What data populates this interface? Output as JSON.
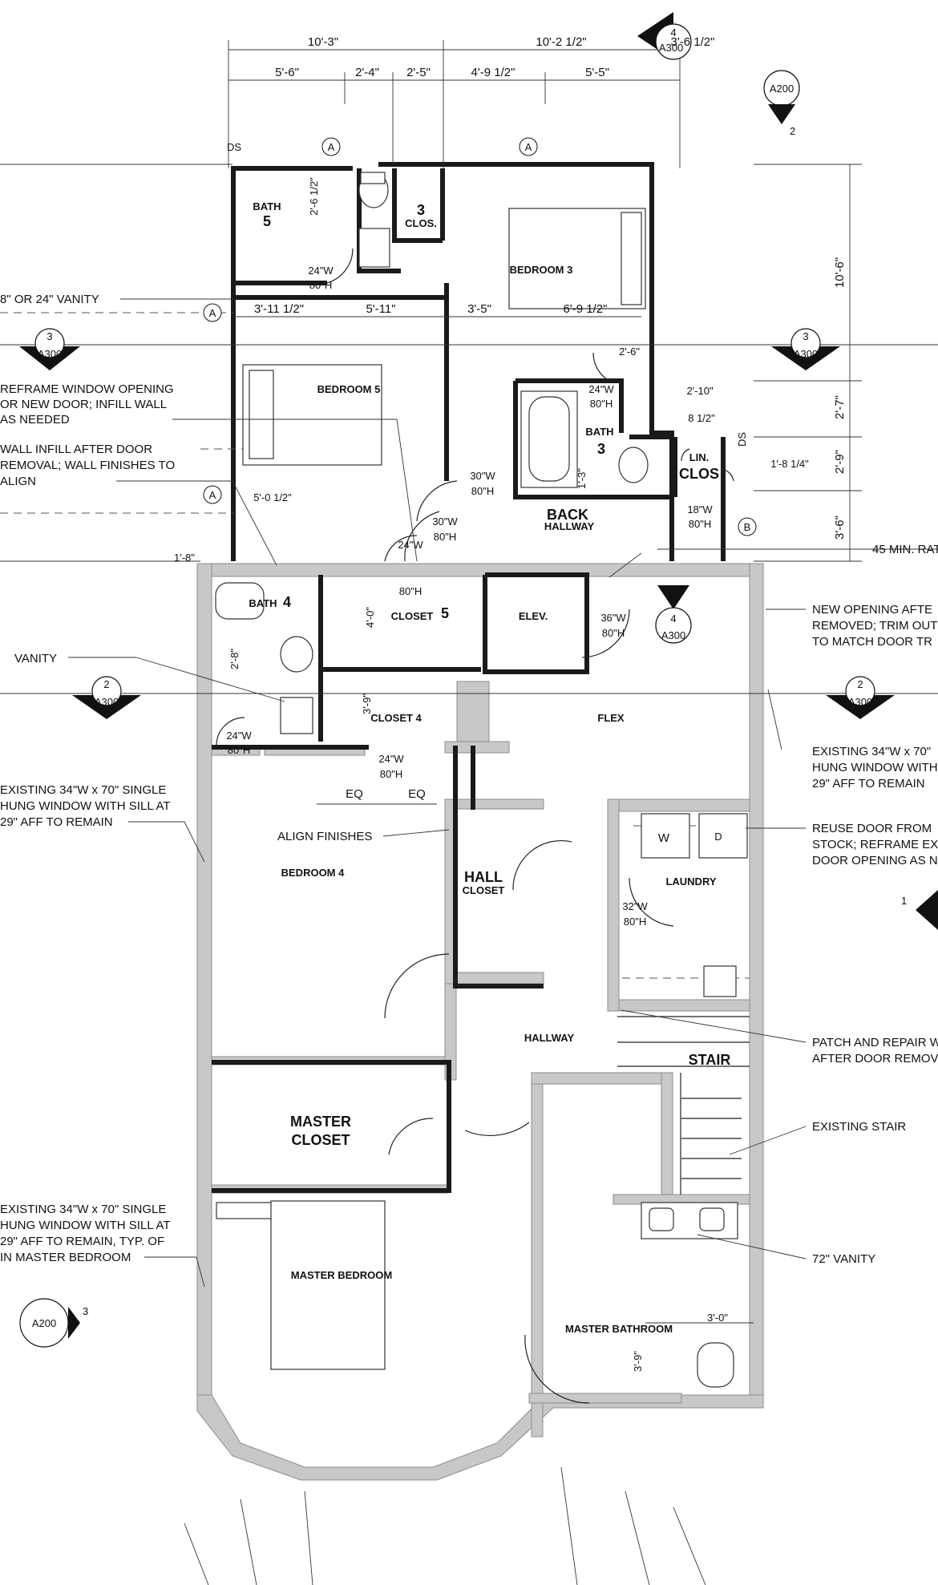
{
  "dimensions": {
    "top_overall_left": "10'-3\"",
    "top_overall_right": "10'-2 1/2\"",
    "top_right_extra": "3'-6 1/2\"",
    "top_seg_1": "5'-6\"",
    "top_seg_2": "2'-4\"",
    "top_seg_3": "2'-5\"",
    "top_seg_4": "4'-9 1/2\"",
    "top_seg_5": "5'-5\"",
    "right_1": "10'-6\"",
    "right_2": "2'-7\"",
    "right_3": "2'-9\"",
    "right_4": "3'-6\"",
    "bath5_v": "2'-6 1/2\"",
    "mid_1": "3'-11 1/2\"",
    "mid_2": "5'-11\"",
    "mid_3": "3'-5\"",
    "mid_4": "6'-9 1/2\"",
    "d_2_6": "2'-6\"",
    "d_2_10": "2'-10\"",
    "d_8_half": "8 1/2\"",
    "d_1_8_quarter": "1'-8 1/4\"",
    "d_1_3": "1'-3\"",
    "d_5_0_half": "5'-0 1/2\"",
    "d_1_8": "1'-8\"",
    "d_4_0": "4'-0\"",
    "d_2_8": "2'-8\"",
    "d_3_9a": "3'-9\"",
    "d_eq1": "EQ",
    "d_eq2": "EQ",
    "d_3_0": "3'-0\"",
    "d_3_9b": "3'-9\"",
    "min_rating": "45 MIN. RAT"
  },
  "doors": {
    "bath5_w": "24\"W",
    "bath5_h": "80\"H",
    "bath3_w": "24\"W",
    "bath3_h": "80\"H",
    "hall30_w": "30\"W",
    "hall30_h": "80\"H",
    "bed5_w": "30\"W",
    "bed5_h": "80\"H",
    "clos5_w": "24\"W",
    "clos5_h": "80\"H",
    "lin_w": "18\"W",
    "lin_h": "80\"H",
    "elev_w": "36\"W",
    "elev_h": "80\"H",
    "bath4_w": "24\"W",
    "bath4_h": "80\"H",
    "clos4_w": "24\"W",
    "clos4_h": "80\"H",
    "laundry_w": "32\"W",
    "laundry_h": "80\"H"
  },
  "rooms": {
    "bath5": "BATH",
    "bath5_num": "5",
    "clos3_num": "3",
    "clos3": "CLOS.",
    "bedroom3": "BEDROOM 3",
    "bedroom5": "BEDROOM 5",
    "bath3": "BATH",
    "bath3_num": "3",
    "lin": "LIN.",
    "clos": "CLOS",
    "back": "BACK",
    "hallway_small": "HALLWAY",
    "bath4": "BATH",
    "bath4_num": "4",
    "closet5": "CLOSET",
    "closet5_num": "5",
    "elev": "ELEV.",
    "closet4": "CLOSET 4",
    "flex": "FLEX",
    "bedroom4": "BEDROOM 4",
    "hall": "HALL",
    "hall_closet": "CLOSET",
    "laundry": "LAUNDRY",
    "washer": "W",
    "dryer": "D",
    "hallway": "HALLWAY",
    "stair": "STAIR",
    "master_closet_1": "MASTER",
    "master_closet_2": "CLOSET",
    "master_bedroom": "MASTER BEDROOM",
    "master_bath": "MASTER BATHROOM"
  },
  "markers": {
    "grid_a": "A",
    "grid_b": "B",
    "ds": "DS",
    "sec_a300": "A300",
    "sec_a200": "A200",
    "n1": "1",
    "n2": "2",
    "n3": "3",
    "n4": "4"
  },
  "notes": {
    "vanity_opt": "8\" OR 24\" VANITY",
    "reframe_1": "REFRAME WINDOW OPENING",
    "reframe_2": "OR NEW DOOR; INFILL WALL",
    "reframe_3": "AS NEEDED",
    "wallinfill_1": "WALL INFILL AFTER DOOR",
    "wallinfill_2": "REMOVAL; WALL FINISHES TO",
    "wallinfill_3": "ALIGN",
    "vanity": "VANITY",
    "exist_win_a1": "EXISTING 34\"W x 70\" SINGLE",
    "exist_win_a2": "HUNG WINDOW WITH SILL AT",
    "exist_win_a3": "29\" AFF TO REMAIN",
    "align_finishes": "ALIGN FINISHES",
    "exist_win_b1": "EXISTING 34\"W x 70\" SINGLE",
    "exist_win_b2": "HUNG WINDOW WITH SILL AT",
    "exist_win_b3": "29\" AFF TO REMAIN, TYP. OF",
    "exist_win_b4": "IN MASTER BEDROOM",
    "new_opening_1": "NEW OPENING AFTE",
    "new_opening_2": "REMOVED; TRIM OUT",
    "new_opening_3": "TO MATCH DOOR TR",
    "exist_win_r1": "EXISTING 34\"W x 70\"",
    "exist_win_r2": "HUNG WINDOW WITH",
    "exist_win_r3": "29\" AFF TO REMAIN",
    "reuse_1": "REUSE DOOR FROM",
    "reuse_2": "STOCK; REFRAME EX",
    "reuse_3": "DOOR OPENING AS N",
    "patch_1": "PATCH AND REPAIR W",
    "patch_2": "AFTER DOOR REMOV",
    "existing_stair": "EXISTING STAIR",
    "vanity72": "72\" VANITY"
  }
}
